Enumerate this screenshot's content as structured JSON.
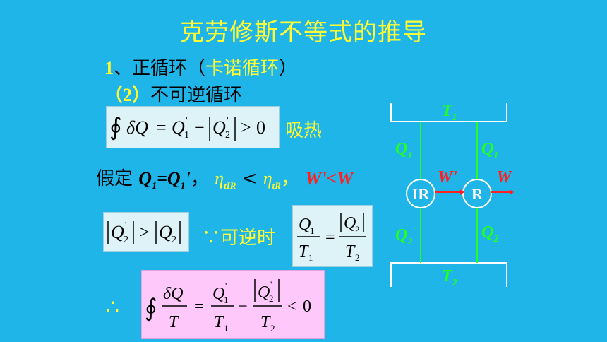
{
  "title": "克劳修斯不等式的推导",
  "heading1": {
    "number": "1",
    "sep": "、",
    "text": "正循环（",
    "highlight": "卡诺循环",
    "close": "）"
  },
  "heading2": {
    "number": "（2）",
    "text": "不可逆循环"
  },
  "eq1": {
    "lhs": "δQ = Q",
    "note": "吸热"
  },
  "assume": {
    "prefix": "假定",
    "eq": "Q1=Q1'",
    "sep": "，",
    "eta_ir": "η",
    "eta_ir_sub": "tIR",
    "lt1": " < ",
    "eta_r": "η",
    "eta_r_sub": "tR",
    "comma": "，",
    "w": "W'<W"
  },
  "because": {
    "symbol": "∵",
    "text": "可逆时"
  },
  "therefore": {
    "symbol": "∴"
  },
  "diagram": {
    "t1": "T",
    "t1_sub": "1",
    "t2": "T",
    "t2_sub": "2",
    "q1p": "Q",
    "q1p_sub": "1",
    "q1p_prime": "'",
    "q1": "Q",
    "q1_sub": "1",
    "q2p": "Q",
    "q2p_sub": "2",
    "q2p_prime": "'",
    "q2": "Q",
    "q2_sub": "2",
    "ir": "IR",
    "r": "R",
    "wp": "W'",
    "w": "W",
    "colors": {
      "green": "#22FF22",
      "red": "#FF2020",
      "white": "#FFFFFF",
      "yellow": "#FFFF33"
    }
  }
}
